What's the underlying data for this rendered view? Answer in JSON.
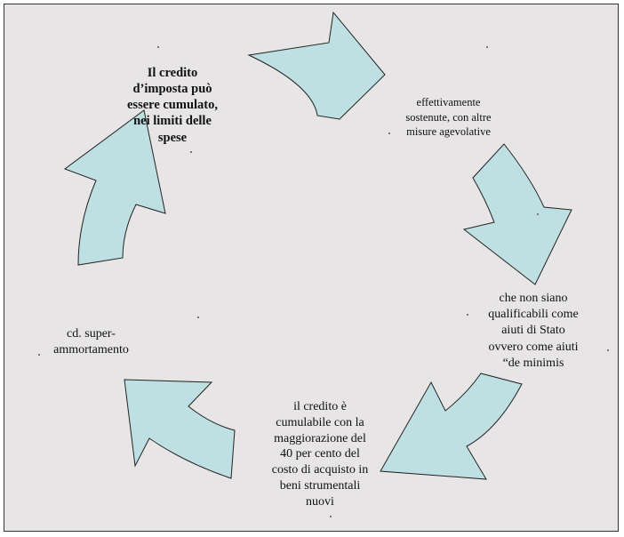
{
  "diagram": {
    "arrow_fill": "#bfe0e2",
    "arrow_stroke": "#222222",
    "background": "#e7e5e6",
    "labels": [
      {
        "lines": [
          "Il credito",
          "d’imposta può",
          "essere cumulato,",
          "nei limiti delle",
          "spese"
        ]
      },
      {
        "lines": [
          "effettivamente",
          "sostenute, con altre",
          "misure agevolative"
        ]
      },
      {
        "lines": [
          "che non siano",
          "qualificabili come",
          "aiuti di Stato",
          "ovvero come aiuti",
          "“de minimis"
        ]
      },
      {
        "lines": [
          "il credito è",
          "cumulabile con la",
          "maggiorazione del",
          "40 per cento del",
          "costo di acquisto in",
          "beni strumentali",
          "nuovi"
        ]
      },
      {
        "lines": [
          "cd. super-",
          "ammortamento"
        ]
      }
    ]
  }
}
